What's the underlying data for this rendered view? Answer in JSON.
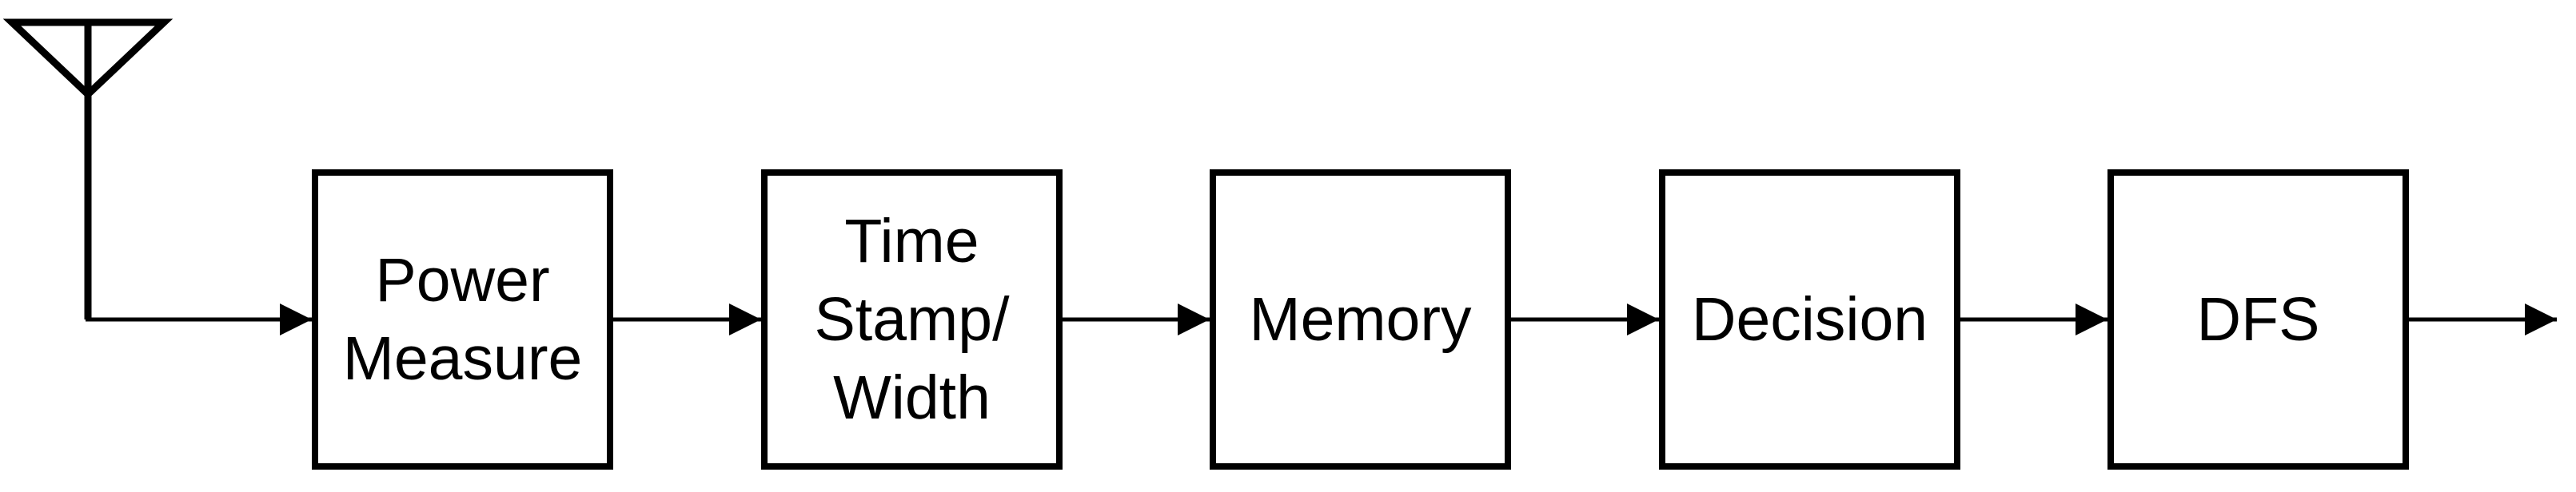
{
  "diagram": {
    "background_color": "#ffffff",
    "stroke_color": "#000000",
    "antenna": {
      "icon": "antenna-icon"
    },
    "blocks": [
      {
        "label": "Power\nMeasure"
      },
      {
        "label": "Time\nStamp/\nWidth"
      },
      {
        "label": "Memory"
      },
      {
        "label": "Decision"
      },
      {
        "label": "DFS"
      }
    ],
    "connections": [
      {
        "from": "antenna",
        "to": "Power Measure"
      },
      {
        "from": "Power Measure",
        "to": "Time Stamp/Width"
      },
      {
        "from": "Time Stamp/Width",
        "to": "Memory"
      },
      {
        "from": "Memory",
        "to": "Decision"
      },
      {
        "from": "Decision",
        "to": "DFS"
      },
      {
        "from": "DFS",
        "to": "output"
      }
    ]
  }
}
